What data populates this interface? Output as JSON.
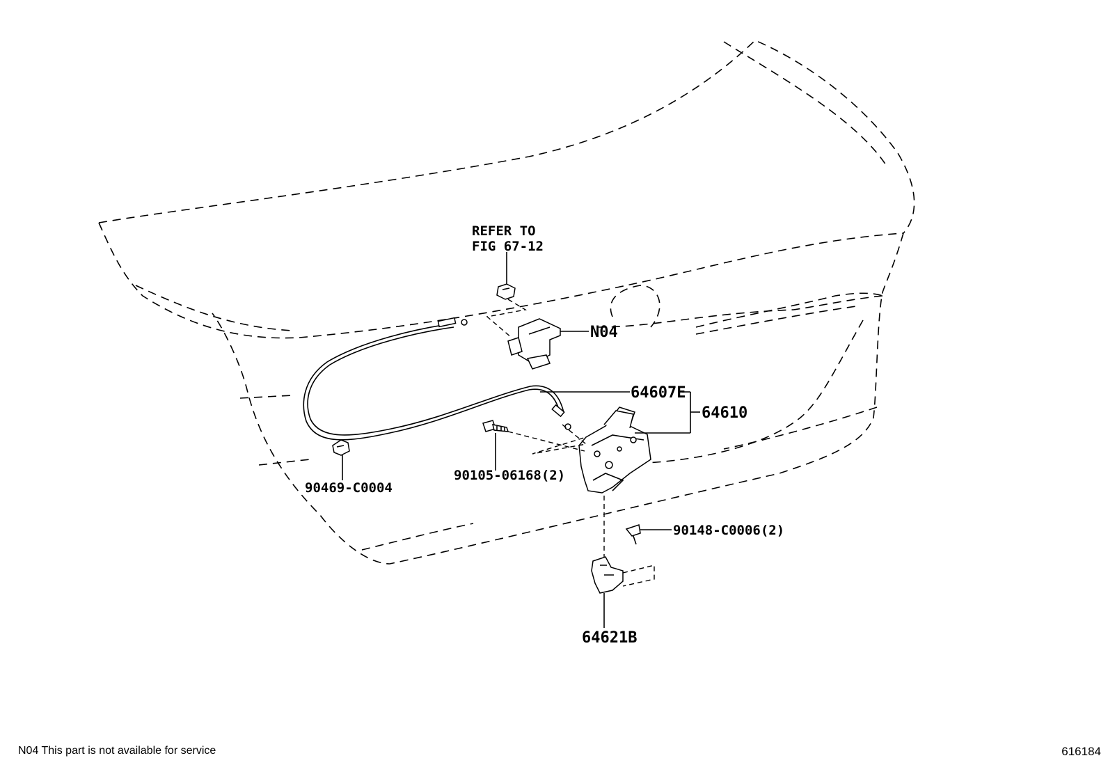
{
  "diagram": {
    "callouts": {
      "refer_line1": "REFER TO",
      "refer_line2": "FIG 67-12",
      "n04": "N04",
      "p64607E": "64607E",
      "p64610": "64610",
      "p90469": "90469-C0004",
      "p90105": "90105-06168(2)",
      "p90148": "90148-C0006(2)",
      "p64621B": "64621B"
    }
  },
  "footer": {
    "note": "N04  This part is not available for service",
    "figure_number": "616184"
  }
}
